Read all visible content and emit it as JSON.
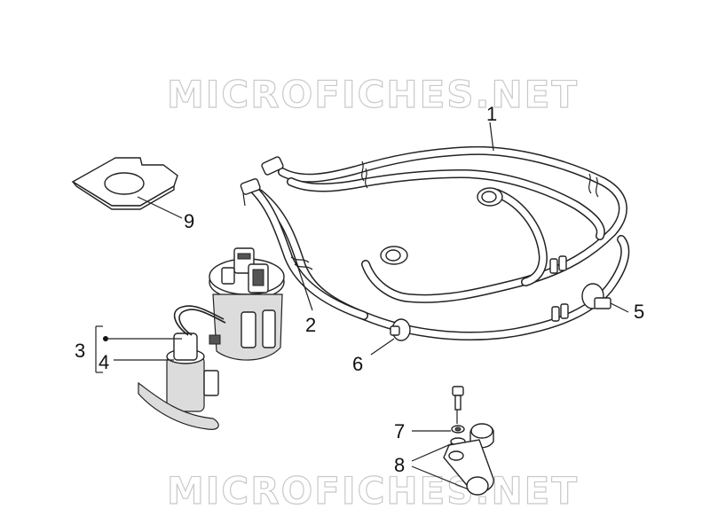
{
  "watermark": {
    "top_text": "MICROFICHES.NET",
    "bottom_text": "MICROFICHES.NET"
  },
  "callouts": {
    "c1": "1",
    "c2": "2",
    "c3": "3",
    "c4": "4",
    "c5": "5",
    "c6": "6",
    "c7": "7",
    "c8": "8",
    "c9": "9"
  }
}
